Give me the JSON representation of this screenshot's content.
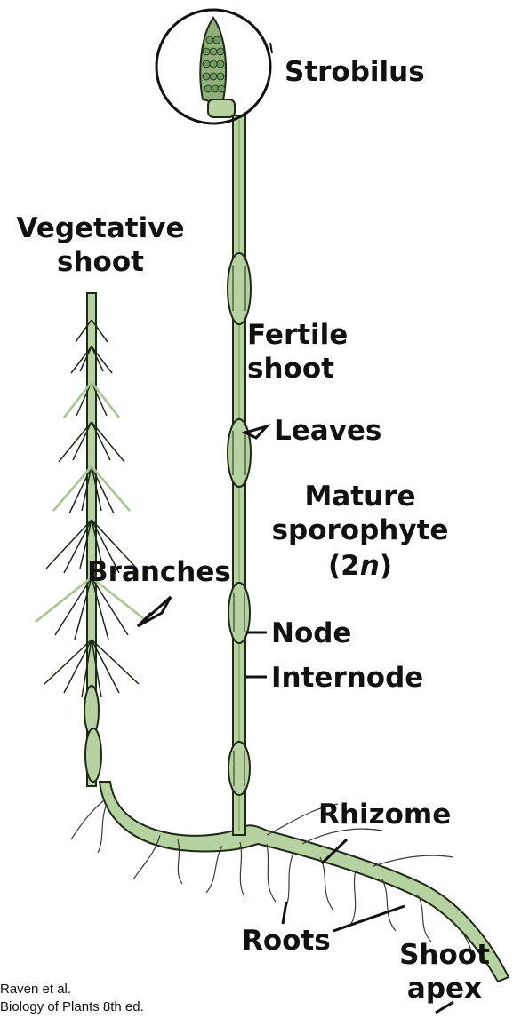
{
  "labels": {
    "strobilus": "Strobilus",
    "vegetative_shoot": "Vegetative\nshoot",
    "fertile_shoot": "Fertile\nshoot",
    "leaves": "Leaves",
    "mature_sporophyte": "Mature\nsporophyte",
    "ploidy_open": "(2",
    "ploidy_n": "n",
    "ploidy_close": ")",
    "branches": "Branches",
    "node": "Node",
    "internode": "Internode",
    "rhizome": "Rhizome",
    "roots": "Roots",
    "shoot_apex": "Shoot\napex"
  },
  "credit": {
    "line1": "Raven et al.",
    "line2": "Biology of Plants 8th ed."
  },
  "colors": {
    "stem_fill": "#b5d2a0",
    "stem_dark": "#6f9a5e",
    "outline": "#1c2a16",
    "root": "#3a3a3a",
    "label": "#111111"
  }
}
